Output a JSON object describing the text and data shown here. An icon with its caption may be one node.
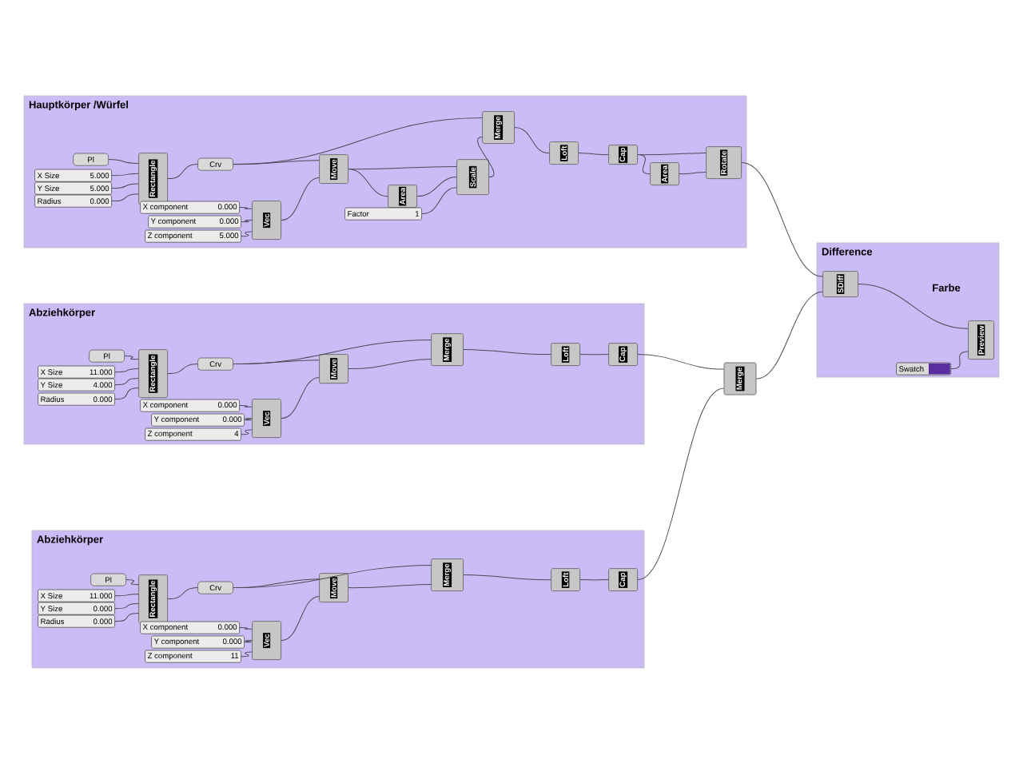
{
  "diagram": {
    "nodes": [
      {
        "text": [
          "Hauptkörper /Würfel"
        ]
      },
      {
        "text": [
          "Pl"
        ],
        "in": 0
      },
      {
        "text": [
          "X Size",
          "5.000"
        ],
        "in": 0
      },
      {
        "text": [
          "Y Size",
          "5.000"
        ],
        "in": 0
      },
      {
        "text": [
          "Radius",
          "0.000"
        ],
        "in": 0
      },
      {
        "text": [
          "Rectangle"
        ],
        "in": 0
      },
      {
        "text": [
          "Crv"
        ],
        "in": 0
      },
      {
        "text": [
          "X component",
          "0.000"
        ],
        "in": 0
      },
      {
        "text": [
          "Y component",
          "0.000"
        ],
        "in": 0
      },
      {
        "text": [
          "Z component",
          "5.000"
        ],
        "in": 0
      },
      {
        "text": [
          "Vec"
        ],
        "in": 0
      },
      {
        "text": [
          "Move"
        ],
        "in": 0
      },
      {
        "text": [
          "Area"
        ],
        "in": 0
      },
      {
        "text": [
          "Factor",
          "1"
        ],
        "in": 0
      },
      {
        "text": [
          "Scale"
        ],
        "in": 0
      },
      {
        "text": [
          "Merge"
        ],
        "in": 0
      },
      {
        "text": [
          "Loft"
        ],
        "in": 0
      },
      {
        "text": [
          "Cap"
        ],
        "in": 0
      },
      {
        "text": [
          "Area"
        ],
        "in": 0
      },
      {
        "text": [
          "Rotate"
        ],
        "in": 0
      },
      {
        "text": [
          "Abziehkörper"
        ]
      },
      {
        "text": [
          "Pl"
        ],
        "in": 20
      },
      {
        "text": [
          "X Size",
          "11.000"
        ],
        "in": 20
      },
      {
        "text": [
          "Y Size",
          "4.000"
        ],
        "in": 20
      },
      {
        "text": [
          "Radius",
          "0.000"
        ],
        "in": 20
      },
      {
        "text": [
          "Rectangle"
        ],
        "in": 20
      },
      {
        "text": [
          "Crv"
        ],
        "in": 20
      },
      {
        "text": [
          "X component",
          "0.000"
        ],
        "in": 20
      },
      {
        "text": [
          "Y component",
          "0.000"
        ],
        "in": 20
      },
      {
        "text": [
          "Z component",
          "4"
        ],
        "in": 20
      },
      {
        "text": [
          "Vec"
        ],
        "in": 20
      },
      {
        "text": [
          "Move"
        ],
        "in": 20
      },
      {
        "text": [
          "Merge"
        ],
        "in": 20
      },
      {
        "text": [
          "Loft"
        ],
        "in": 20
      },
      {
        "text": [
          "Cap"
        ],
        "in": 20
      },
      {
        "text": [
          "Abziehkörper"
        ]
      },
      {
        "text": [
          "Pl"
        ],
        "in": 35
      },
      {
        "text": [
          "X Size",
          "11.000"
        ],
        "in": 35
      },
      {
        "text": [
          "Y Size",
          "0.000"
        ],
        "in": 35
      },
      {
        "text": [
          "Radius",
          "0.000"
        ],
        "in": 35
      },
      {
        "text": [
          "Rectangle"
        ],
        "in": 35
      },
      {
        "text": [
          "Crv"
        ],
        "in": 35
      },
      {
        "text": [
          "X component",
          "0.000"
        ],
        "in": 35
      },
      {
        "text": [
          "Y component",
          "0.000"
        ],
        "in": 35
      },
      {
        "text": [
          "Z component",
          "11"
        ],
        "in": 35
      },
      {
        "text": [
          "Vec"
        ],
        "in": 35
      },
      {
        "text": [
          "Move"
        ],
        "in": 35
      },
      {
        "text": [
          "Merge"
        ],
        "in": 35
      },
      {
        "text": [
          "Loft"
        ],
        "in": 35
      },
      {
        "text": [
          "Cap"
        ],
        "in": 35
      },
      {
        "text": [
          "Merge"
        ]
      },
      {
        "text": [
          "Difference"
        ]
      },
      {
        "text": [
          "SDiff"
        ],
        "in": 51
      },
      {
        "text": [
          "Preview"
        ],
        "in": 51
      },
      {
        "text": [
          "Swatch"
        ],
        "in": 51
      }
    ],
    "edges": [
      {
        "from": 1,
        "to": 5,
        "arrow": "none"
      },
      {
        "from": 2,
        "to": 5,
        "arrow": "none"
      },
      {
        "from": 3,
        "to": 5,
        "arrow": "none"
      },
      {
        "from": 4,
        "to": 5,
        "arrow": "none"
      },
      {
        "from": 5,
        "to": 6,
        "arrow": "none"
      },
      {
        "from": 6,
        "to": 11,
        "arrow": "none"
      },
      {
        "from": 6,
        "to": 15,
        "arrow": "none"
      },
      {
        "from": 7,
        "to": 10,
        "arrow": "none"
      },
      {
        "from": 8,
        "to": 10,
        "arrow": "none"
      },
      {
        "from": 9,
        "to": 10,
        "arrow": "none"
      },
      {
        "from": 10,
        "to": 11,
        "arrow": "none"
      },
      {
        "from": 11,
        "to": 12,
        "arrow": "none"
      },
      {
        "from": 11,
        "to": 14,
        "arrow": "none"
      },
      {
        "from": 12,
        "to": 14,
        "arrow": "none"
      },
      {
        "from": 13,
        "to": 14,
        "arrow": "none"
      },
      {
        "from": 14,
        "to": 15,
        "arrow": "none"
      },
      {
        "from": 15,
        "to": 16,
        "arrow": "none"
      },
      {
        "from": 16,
        "to": 17,
        "arrow": "none"
      },
      {
        "from": 17,
        "to": 18,
        "arrow": "none"
      },
      {
        "from": 17,
        "to": 19,
        "arrow": "none"
      },
      {
        "from": 18,
        "to": 19,
        "arrow": "none"
      },
      {
        "from": 19,
        "to": 52,
        "arrow": "none"
      },
      {
        "from": 21,
        "to": 25,
        "arrow": "none"
      },
      {
        "from": 22,
        "to": 25,
        "arrow": "none"
      },
      {
        "from": 23,
        "to": 25,
        "arrow": "none"
      },
      {
        "from": 24,
        "to": 25,
        "arrow": "none"
      },
      {
        "from": 25,
        "to": 26,
        "arrow": "none"
      },
      {
        "from": 26,
        "to": 31,
        "arrow": "none"
      },
      {
        "from": 26,
        "to": 32,
        "arrow": "none"
      },
      {
        "from": 27,
        "to": 30,
        "arrow": "none"
      },
      {
        "from": 28,
        "to": 30,
        "arrow": "none"
      },
      {
        "from": 29,
        "to": 30,
        "arrow": "none"
      },
      {
        "from": 30,
        "to": 31,
        "arrow": "none"
      },
      {
        "from": 31,
        "to": 32,
        "arrow": "none"
      },
      {
        "from": 32,
        "to": 33,
        "arrow": "none"
      },
      {
        "from": 33,
        "to": 34,
        "arrow": "none"
      },
      {
        "from": 34,
        "to": 50,
        "arrow": "none"
      },
      {
        "from": 36,
        "to": 40,
        "arrow": "none"
      },
      {
        "from": 37,
        "to": 40,
        "arrow": "none"
      },
      {
        "from": 38,
        "to": 40,
        "arrow": "none"
      },
      {
        "from": 39,
        "to": 40,
        "arrow": "none"
      },
      {
        "from": 40,
        "to": 41,
        "arrow": "none"
      },
      {
        "from": 41,
        "to": 46,
        "arrow": "none"
      },
      {
        "from": 41,
        "to": 47,
        "arrow": "none"
      },
      {
        "from": 42,
        "to": 45,
        "arrow": "none"
      },
      {
        "from": 43,
        "to": 45,
        "arrow": "none"
      },
      {
        "from": 44,
        "to": 45,
        "arrow": "none"
      },
      {
        "from": 45,
        "to": 46,
        "arrow": "none"
      },
      {
        "from": 46,
        "to": 47,
        "arrow": "none"
      },
      {
        "from": 47,
        "to": 48,
        "arrow": "none"
      },
      {
        "from": 48,
        "to": 49,
        "arrow": "none"
      },
      {
        "from": 49,
        "to": 50,
        "arrow": "none"
      },
      {
        "from": 50,
        "to": 52,
        "arrow": "none"
      },
      {
        "from": 52,
        "to": 53,
        "arrow": "none"
      },
      {
        "from": 54,
        "to": 53,
        "arrow": "none"
      }
    ],
    "labels": [
      "Farbe"
    ]
  }
}
